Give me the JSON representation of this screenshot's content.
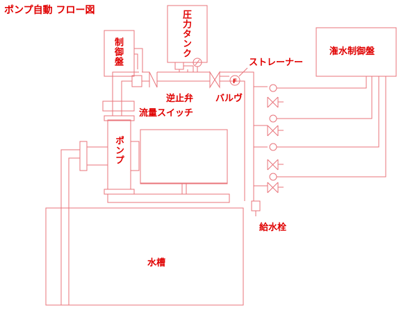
{
  "title": "ポンプ自動 フロー図",
  "labels": {
    "control_panel": "制御盤",
    "pressure_tank": "圧力タンク",
    "irrigation_panel": "潅水制御盤",
    "strainer": "ストレーナー",
    "check_valve": "逆止弁",
    "valve": "バルヴ",
    "flow_switch": "流量スイッチ",
    "pump": "ポンプ",
    "hydrant": "給水栓",
    "water_tank": "水槽"
  },
  "symbols": {
    "flow_meter_letter": "F"
  },
  "colors": {
    "line": "#e8737a",
    "text": "#e00000"
  }
}
